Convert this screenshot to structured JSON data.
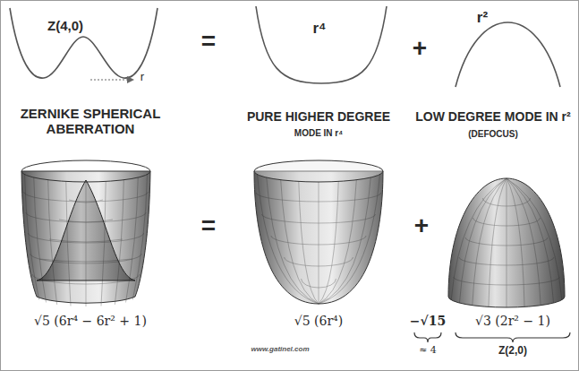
{
  "diagram": {
    "labels": [
      "Z(4,0)",
      "r",
      "=",
      "r⁴",
      "+",
      "r²",
      "ZERNIKE SPHERICAL ABERRATION",
      "PURE HIGHER DEGREE",
      "MODE IN r⁴",
      "LOW DEGREE MODE IN r²",
      "(DEFOCUS)",
      "=",
      "+",
      "√5 (6r⁴ − 6r² + 1)",
      "√5 (6r⁴)",
      "−√15",
      "√3 (2r² − 1)",
      "≈ 4",
      "Z(2,0)",
      "www.gatinel.com"
    ]
  }
}
